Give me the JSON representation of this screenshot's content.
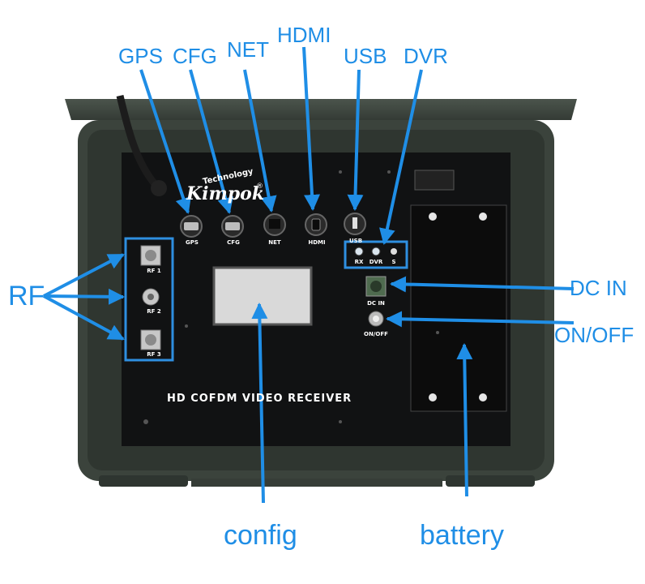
{
  "brand": {
    "name": "Kimpok",
    "tagline": "Technology",
    "mark": "®"
  },
  "panel_title": "HD COFDM VIDEO RECEIVER",
  "port_labels": {
    "gps": "GPS",
    "cfg": "CFG",
    "net": "NET",
    "hdmi": "HDMI",
    "usb": "USB",
    "rx": "RX",
    "dvr": "DVR",
    "s": "S",
    "rf1": "RF 1",
    "rf2": "RF 2",
    "rf3": "RF 3",
    "dc_in": "DC IN",
    "on_off": "ON/OFF"
  },
  "callouts": {
    "gps": "GPS",
    "cfg": "CFG",
    "net": "NET",
    "hdmi": "HDMI",
    "usb": "USB",
    "dvr": "DVR",
    "rf": "RF",
    "dc_in": "DC IN",
    "on_off": "ON/OFF",
    "config": "config",
    "battery": "battery"
  },
  "colors": {
    "callout": "#1f8ee6",
    "case_body": "#3b433c",
    "panel": "#101112",
    "highlight_box": "#2e8fe0"
  }
}
